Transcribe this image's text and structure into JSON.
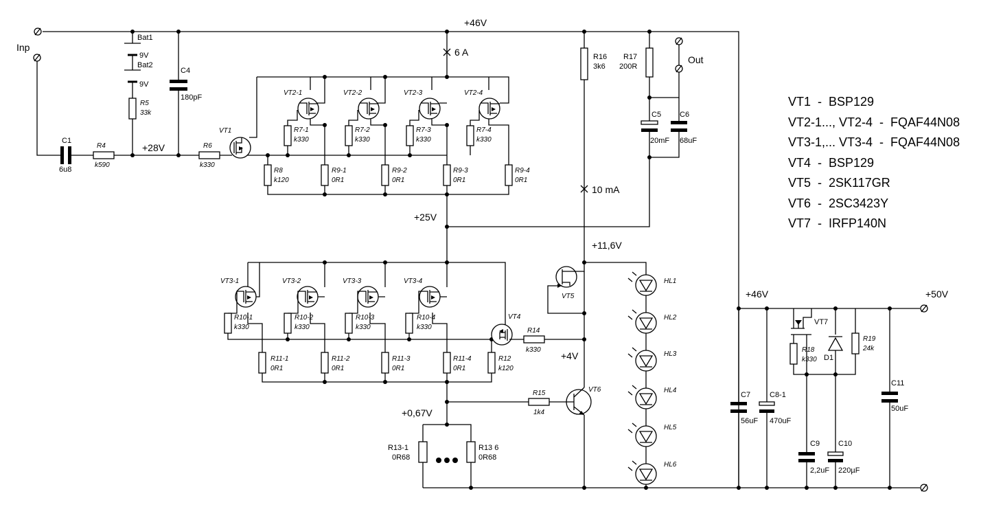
{
  "schematic": {
    "terminals": {
      "inp": "Inp",
      "out": "Out"
    },
    "rails": {
      "v46_top": "+46V",
      "v28": "+28V",
      "v25": "+25V",
      "v11_6": "+11,6V",
      "v4": "+4V",
      "v0_67": "+0,67V",
      "v46_right": "+46V",
      "v50": "+50V"
    },
    "currents": {
      "i6a": "6 A",
      "i10ma": "10 mA"
    },
    "batteries": [
      {
        "ref": "Bat1",
        "value": "9V"
      },
      {
        "ref": "Bat2",
        "value": "9V"
      }
    ],
    "capacitors": {
      "c1": {
        "ref": "C1",
        "value": "6u8"
      },
      "c4": {
        "ref": "C4",
        "value": "180pF"
      },
      "c5": {
        "ref": "C5",
        "value": "20mF"
      },
      "c6": {
        "ref": "C6",
        "value": "68uF"
      },
      "c7": {
        "ref": "C7",
        "value": "56uF"
      },
      "c8": {
        "ref": "C8-1",
        "value": "470uF"
      },
      "c9": {
        "ref": "C9",
        "value": "2,2uF"
      },
      "c10": {
        "ref": "C10",
        "value": "220µF"
      },
      "c11": {
        "ref": "C11",
        "value": "50uF"
      }
    },
    "resistors": {
      "r4": {
        "ref": "R4",
        "value": "k590"
      },
      "r5": {
        "ref": "R5",
        "value": "33k"
      },
      "r6": {
        "ref": "R6",
        "value": "k330"
      },
      "r7_1": {
        "ref": "R7-1",
        "value": "k330"
      },
      "r7_2": {
        "ref": "R7-2",
        "value": "k330"
      },
      "r7_3": {
        "ref": "R7-3",
        "value": "k330"
      },
      "r7_4": {
        "ref": "R7-4",
        "value": "k330"
      },
      "r8": {
        "ref": "R8",
        "value": "k120"
      },
      "r9_1": {
        "ref": "R9-1",
        "value": "0R1"
      },
      "r9_2": {
        "ref": "R9-2",
        "value": "0R1"
      },
      "r9_3": {
        "ref": "R9-3",
        "value": "0R1"
      },
      "r9_4": {
        "ref": "R9-4",
        "value": "0R1"
      },
      "r10_1": {
        "ref": "R10-1",
        "value": "k330"
      },
      "r10_2": {
        "ref": "R10-2",
        "value": "k330"
      },
      "r10_3": {
        "ref": "R10-3",
        "value": "k330"
      },
      "r10_4": {
        "ref": "R10-4",
        "value": "k330"
      },
      "r11_1": {
        "ref": "R11-1",
        "value": "0R1"
      },
      "r11_2": {
        "ref": "R11-2",
        "value": "0R1"
      },
      "r11_3": {
        "ref": "R11-3",
        "value": "0R1"
      },
      "r11_4": {
        "ref": "R11-4",
        "value": "0R1"
      },
      "r12": {
        "ref": "R12",
        "value": "k120"
      },
      "r13_1": {
        "ref": "R13-1",
        "value": "0R68"
      },
      "r13_6": {
        "ref": "R13 6",
        "value": "0R68"
      },
      "r14": {
        "ref": "R14",
        "value": "k330"
      },
      "r15": {
        "ref": "R15",
        "value": "1k4"
      },
      "r16": {
        "ref": "R16",
        "value": "3k6"
      },
      "r17": {
        "ref": "R17",
        "value": "200R"
      },
      "r18": {
        "ref": "R18",
        "value": "k330"
      },
      "r19": {
        "ref": "R19",
        "value": "24k"
      }
    },
    "transistors": {
      "vt1": "VT1",
      "vt2_1": "VT2-1",
      "vt2_2": "VT2-2",
      "vt2_3": "VT2-3",
      "vt2_4": "VT2-4",
      "vt3_1": "VT3-1",
      "vt3_2": "VT3-2",
      "vt3_3": "VT3-3",
      "vt3_4": "VT3-4",
      "vt4": "VT4",
      "vt5": "VT5",
      "vt6": "VT6",
      "vt7": "VT7"
    },
    "diode": "D1",
    "leds": [
      "HL1",
      "HL2",
      "HL3",
      "HL4",
      "HL5",
      "HL6"
    ]
  },
  "legend": [
    "VT1  -  BSP129",
    "VT2-1..., VT2-4  -  FQAF44N08",
    "VT3-1,... VT3-4  -  FQAF44N08",
    "VT4  -  BSP129",
    "VT5  -  2SK117GR",
    "VT6  -  2SC3423Y",
    "VT7  -  IRFP140N"
  ]
}
